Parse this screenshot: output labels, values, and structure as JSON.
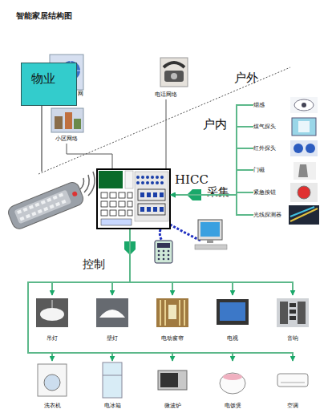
{
  "diagram": {
    "title": "智能家居结构图",
    "nodes": [
      {
        "text": [
          "物业"
        ]
      },
      {
        "text": [
          "电话网络"
        ]
      },
      {
        "text": [
          "小区网络"
        ]
      },
      {
        "text": [
          "HICC"
        ]
      },
      {
        "text": [
          "烟感"
        ]
      },
      {
        "text": [
          "煤气探头"
        ]
      },
      {
        "text": [
          "红外探头"
        ]
      },
      {
        "text": [
          "门磁"
        ]
      },
      {
        "text": [
          "紧急按钮"
        ]
      },
      {
        "text": [
          "光线探测器"
        ]
      },
      {
        "text": [
          "吊灯"
        ]
      },
      {
        "text": [
          "壁灯"
        ]
      },
      {
        "text": [
          "电动窗帘"
        ]
      },
      {
        "text": [
          "电视"
        ]
      },
      {
        "text": [
          "音响"
        ]
      },
      {
        "text": [
          "洗衣机"
        ]
      },
      {
        "text": [
          "电冰箱"
        ]
      },
      {
        "text": [
          "微波炉"
        ]
      },
      {
        "text": [
          "电饭煲"
        ]
      },
      {
        "text": [
          "空调"
        ]
      }
    ],
    "edges": [
      {
        "from": 2,
        "to": 3,
        "arrow": "none"
      },
      {
        "from": 1,
        "to": 3,
        "arrow": "none"
      },
      {
        "from": 4,
        "to": 3,
        "arrow": "to"
      },
      {
        "from": 5,
        "to": 3,
        "arrow": "to"
      },
      {
        "from": 6,
        "to": 3,
        "arrow": "to"
      },
      {
        "from": 7,
        "to": 3,
        "arrow": "to"
      },
      {
        "from": 8,
        "to": 3,
        "arrow": "to"
      },
      {
        "from": 9,
        "to": 3,
        "arrow": "to"
      },
      {
        "from": 3,
        "to": 10,
        "arrow": "to"
      },
      {
        "from": 3,
        "to": 11,
        "arrow": "to"
      },
      {
        "from": 3,
        "to": 12,
        "arrow": "to"
      },
      {
        "from": 3,
        "to": 13,
        "arrow": "to"
      },
      {
        "from": 3,
        "to": 14,
        "arrow": "to"
      },
      {
        "from": 3,
        "to": 15,
        "arrow": "to"
      },
      {
        "from": 3,
        "to": 16,
        "arrow": "to"
      },
      {
        "from": 3,
        "to": 17,
        "arrow": "to"
      },
      {
        "from": 3,
        "to": 18,
        "arrow": "to"
      },
      {
        "from": 3,
        "to": 19,
        "arrow": "to"
      }
    ],
    "labels": [
      "网",
      "户外",
      "户内",
      "采集",
      "控制"
    ]
  }
}
